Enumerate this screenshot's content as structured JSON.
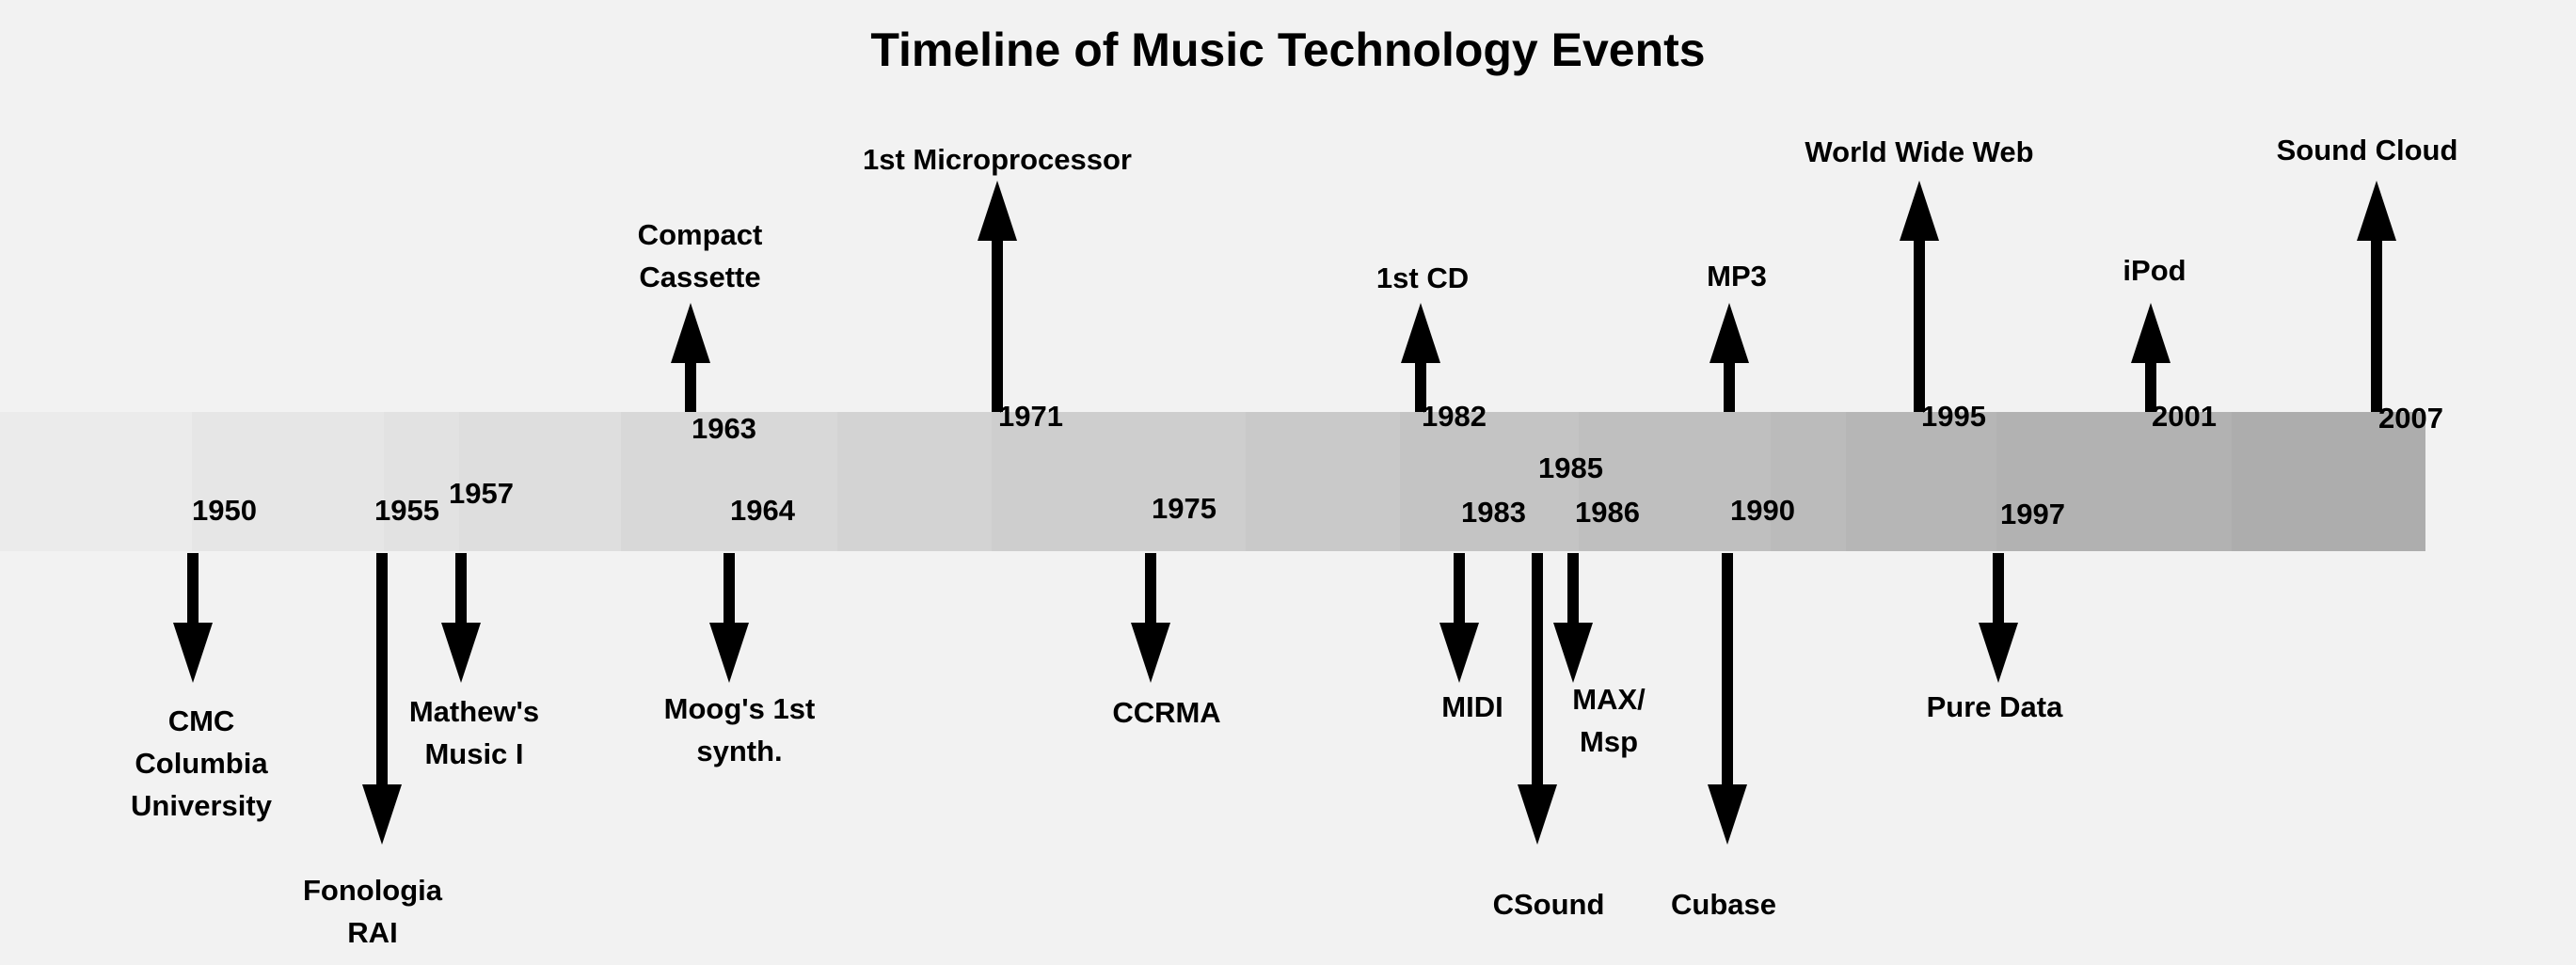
{
  "title": "Timeline of Music Technology Events",
  "band_colors": [
    "#ebebeb",
    "#e6e6e6",
    "#e2e2e2",
    "#dedede",
    "#d8d8d8",
    "#d3d3d3",
    "#cecece",
    "#c9c9c9",
    "#c4c4c4",
    "#bfbfbf",
    "#bbbbbb",
    "#b6b6b6",
    "#b2b2b2",
    "#adadad"
  ],
  "events": [
    {
      "id": "cmc",
      "year": "1950",
      "label_lines": [
        "CMC",
        "Columbia",
        "University"
      ],
      "direction": "down"
    },
    {
      "id": "fonologia",
      "year": "1955",
      "label_lines": [
        "Fonologia",
        "RAI"
      ],
      "direction": "down"
    },
    {
      "id": "music-i",
      "year": "1957",
      "label_lines": [
        "Mathew's",
        "Music I"
      ],
      "direction": "down"
    },
    {
      "id": "cassette",
      "year": "1963",
      "label_lines": [
        "Compact",
        "Cassette"
      ],
      "direction": "up"
    },
    {
      "id": "moog",
      "year": "1964",
      "label_lines": [
        "Moog's 1st",
        "synth."
      ],
      "direction": "down"
    },
    {
      "id": "microprocessor",
      "year": "1971",
      "label_lines": [
        "1st Microprocessor"
      ],
      "direction": "up"
    },
    {
      "id": "ccrma",
      "year": "1975",
      "label_lines": [
        "CCRMA"
      ],
      "direction": "down"
    },
    {
      "id": "cd",
      "year": "1982",
      "label_lines": [
        "1st CD"
      ],
      "direction": "up"
    },
    {
      "id": "midi",
      "year": "1983",
      "label_lines": [
        "MIDI"
      ],
      "direction": "down"
    },
    {
      "id": "csound",
      "year": "1985",
      "label_lines": [
        "CSound"
      ],
      "direction": "down"
    },
    {
      "id": "max",
      "year": "1986",
      "label_lines": [
        "MAX/",
        "Msp"
      ],
      "direction": "down"
    },
    {
      "id": "mp3",
      "year": "1990",
      "label_lines": [
        "MP3"
      ],
      "direction": "up"
    },
    {
      "id": "cubase",
      "year": "1990",
      "label_lines": [
        "Cubase"
      ],
      "direction": "down"
    },
    {
      "id": "www",
      "year": "1995",
      "label_lines": [
        "World Wide Web"
      ],
      "direction": "up"
    },
    {
      "id": "puredata",
      "year": "1997",
      "label_lines": [
        "Pure Data"
      ],
      "direction": "down"
    },
    {
      "id": "ipod",
      "year": "2001",
      "label_lines": [
        "iPod"
      ],
      "direction": "up"
    },
    {
      "id": "soundcloud",
      "year": "2007",
      "label_lines": [
        "Sound Cloud"
      ],
      "direction": "up"
    }
  ]
}
